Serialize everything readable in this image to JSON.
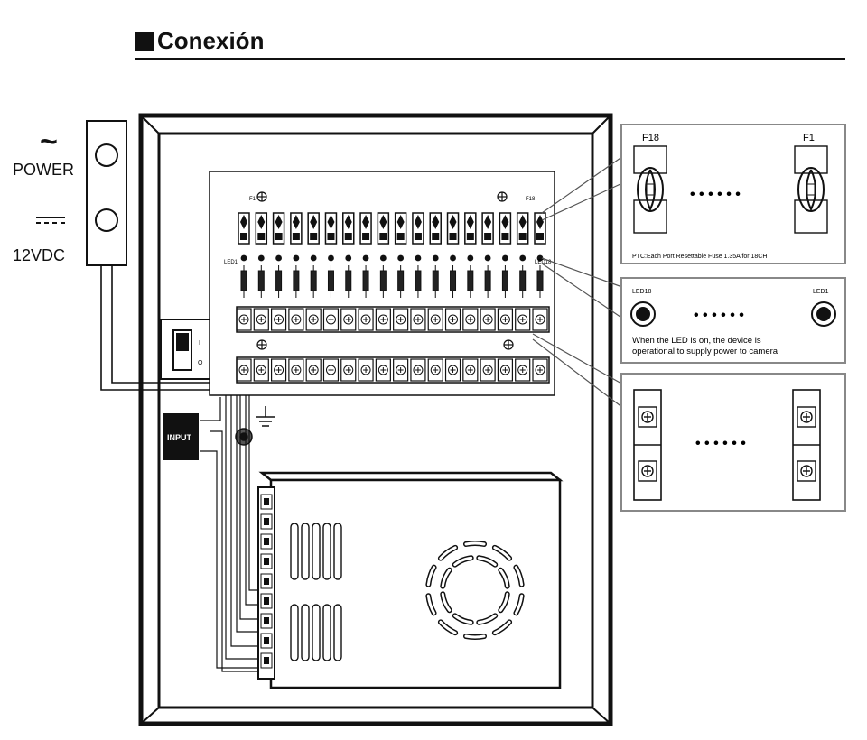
{
  "header": {
    "title": "Conexión"
  },
  "input_labels": {
    "power": "POWER",
    "voltage": "12VDC",
    "input": "INPUT"
  },
  "fuse_panel": {
    "left_label": "F18",
    "right_label": "F1",
    "dots": "• • • • • •",
    "caption": "PTC:Each Port Resettable Fuse 1.35A for 18CH"
  },
  "led_panel": {
    "left_label": "LED18",
    "right_label": "LED1",
    "dots": "• • • • • •",
    "caption_line1": "When the LED is on, the device is",
    "caption_line2": "operational to supply power to camera"
  },
  "terminal_panel": {
    "dots": "• • • • • •"
  },
  "board": {
    "channels": 18,
    "led_row_left": "LED1",
    "led_row_right": "LED18",
    "fuse_row_left": "F1",
    "fuse_row_right": "F18"
  }
}
